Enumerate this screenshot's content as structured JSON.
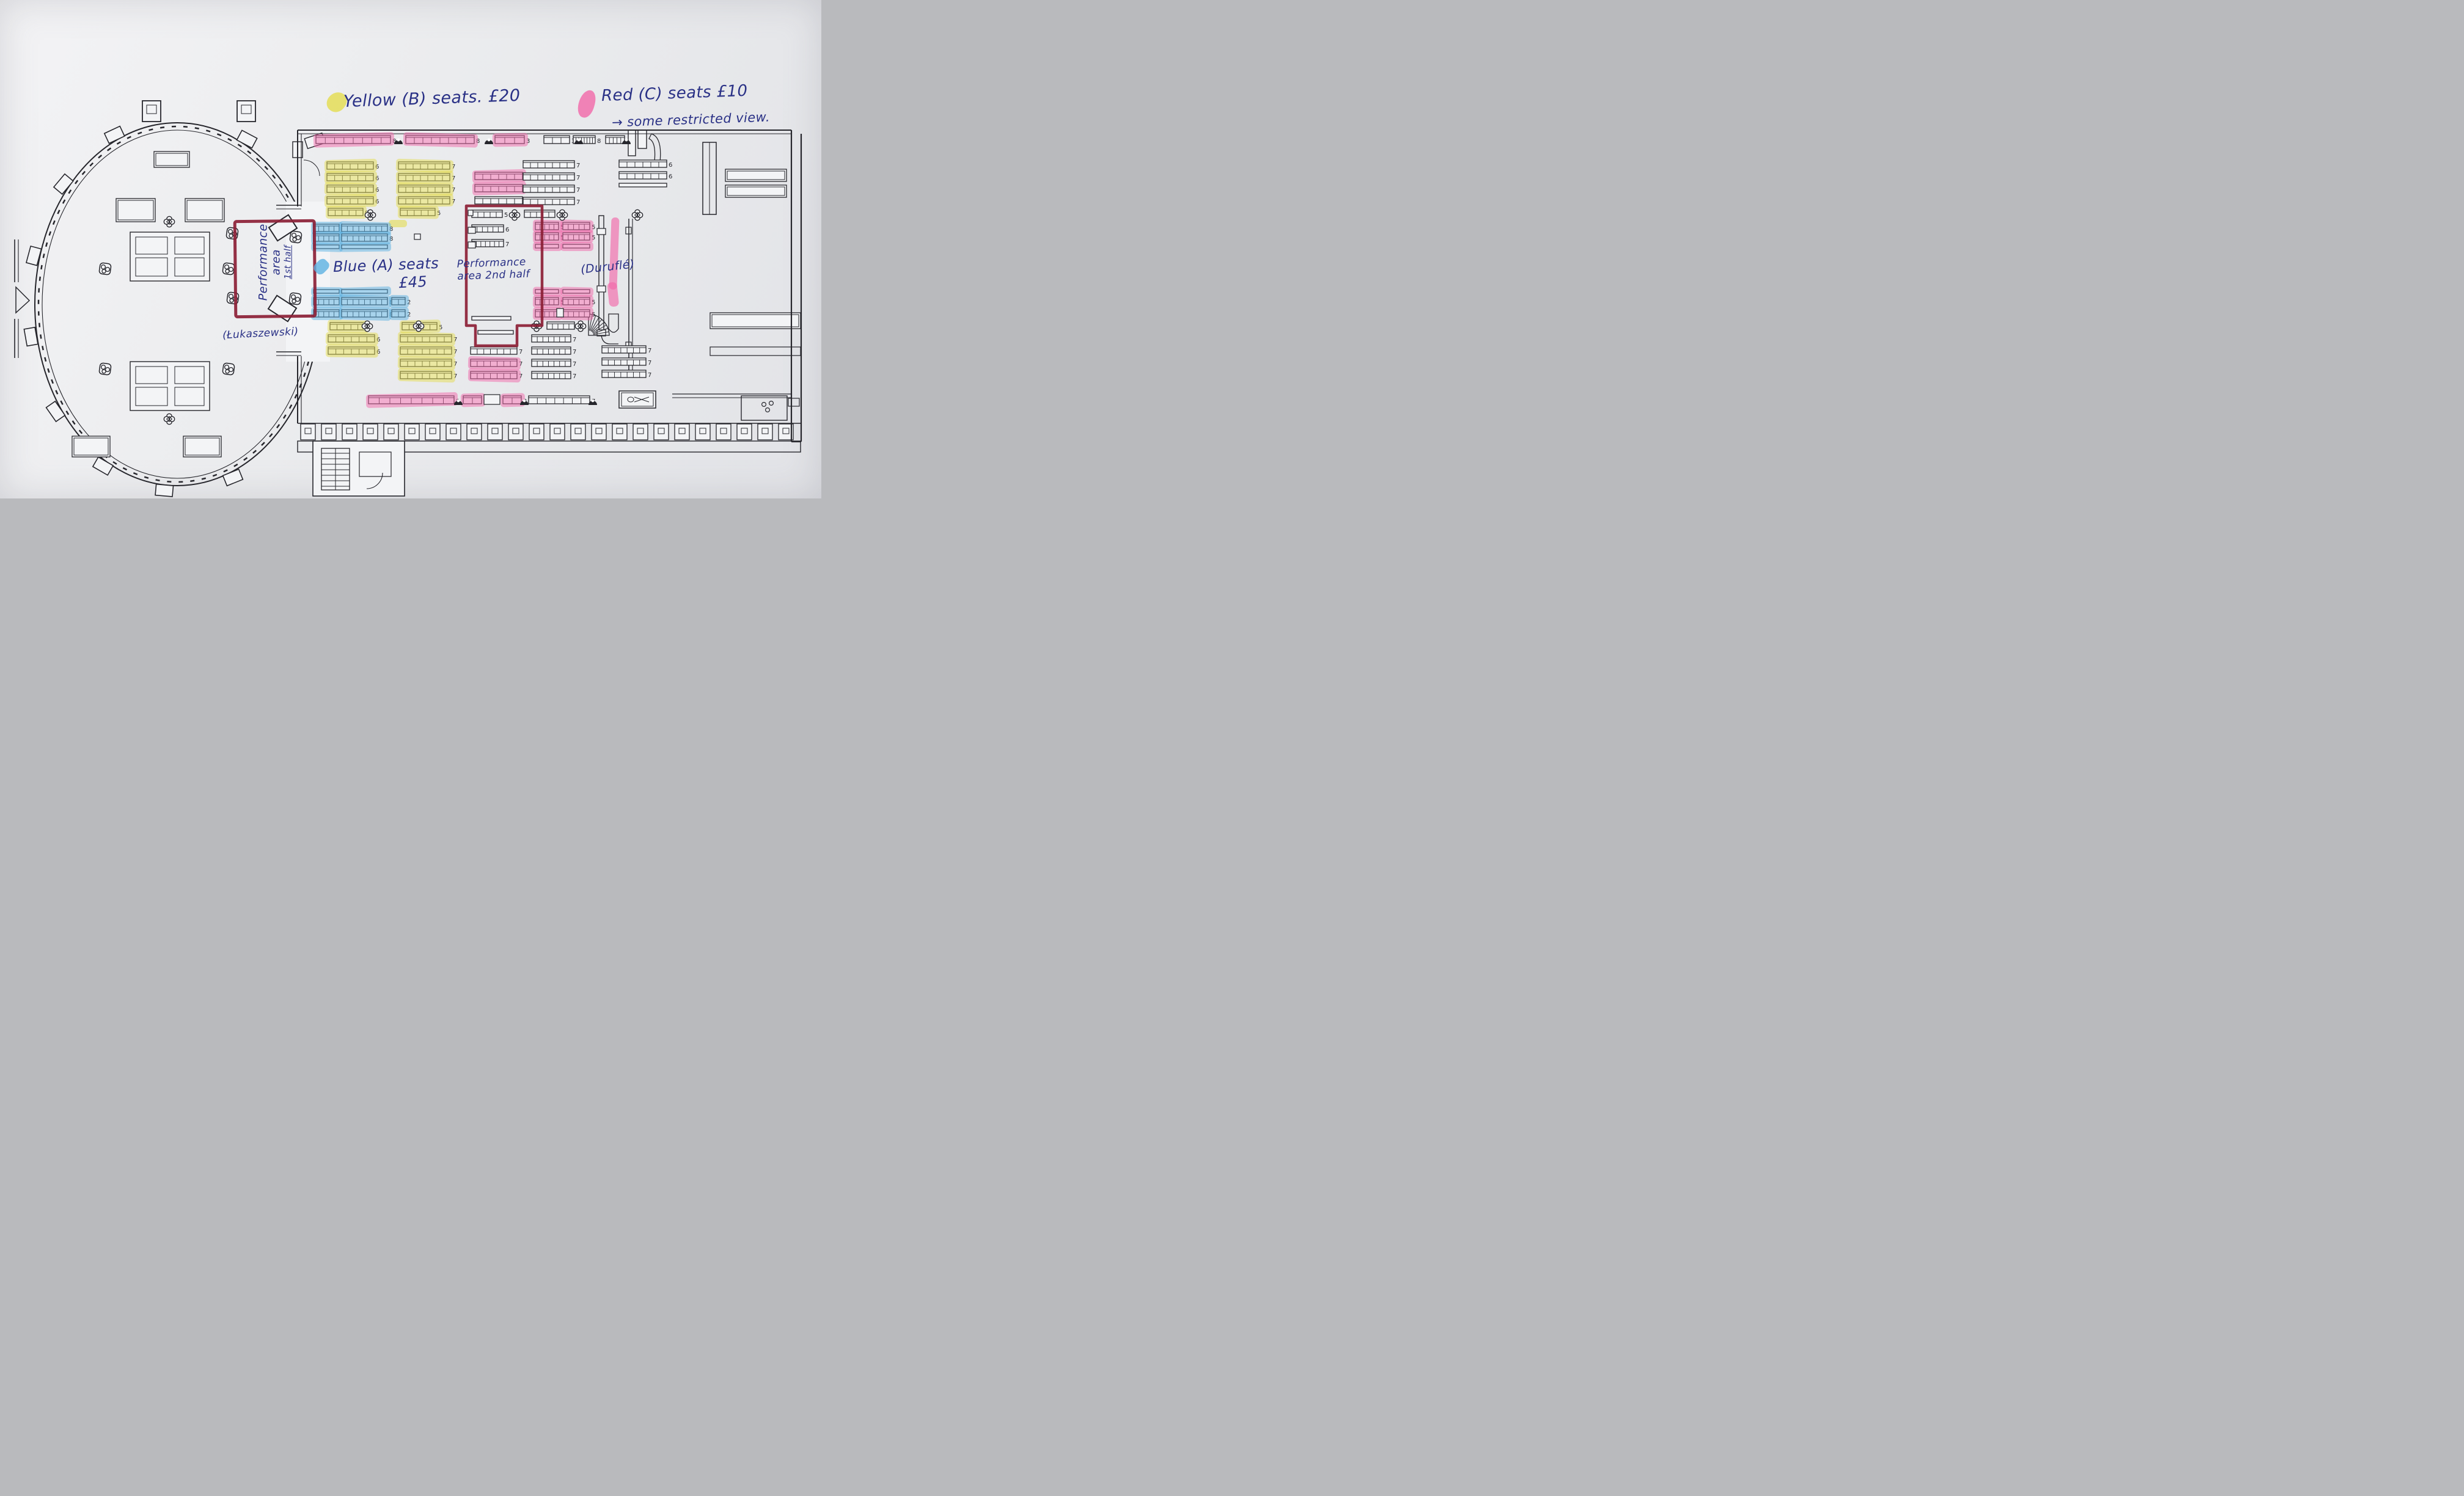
{
  "page": {
    "description": "Hand-annotated concert seating floor plan on a printed building plan"
  },
  "colors": {
    "paper": "#f3f4f6",
    "ink": "#26262c",
    "pen_blue": "#2a3186",
    "marker_red": "#8c1f36",
    "hl_yellow": "#e3dc4e",
    "hl_pink": "#f168a9",
    "hl_blue": "#5cb1e2"
  },
  "pricing": [
    {
      "tier": "A",
      "color": "blue",
      "price": "£45"
    },
    {
      "tier": "B",
      "color": "yellow",
      "price": "£20"
    },
    {
      "tier": "C",
      "color": "red",
      "price": "£10",
      "note": "some restricted view"
    }
  ],
  "annotations": {
    "yellow_seats": {
      "label": "Yellow (B) seats. £20"
    },
    "red_seats": {
      "label": "Red (C) seats £10",
      "note": "→ some restricted view."
    },
    "blue_seats": {
      "label": "Blue (A) seats",
      "price": "£45"
    },
    "performance_area_1": {
      "line1": "Performance",
      "line2": "area",
      "line3": "1st half",
      "composer": "(Łukaszewski)"
    },
    "performance_area_2": {
      "line1": "Performance",
      "line2": "area 2nd half",
      "composer": "(Duruflé)"
    }
  },
  "seating": {
    "sections": [
      {
        "id": "north-wall-row",
        "benches": [
          {
            "count": 8,
            "hl": "pink"
          },
          {
            "count": 8,
            "hl": "pink"
          },
          {
            "count": 3,
            "hl": "pink"
          },
          {
            "count": 3,
            "hl": null
          },
          {
            "count": 8,
            "hl": null
          },
          {
            "count": null,
            "hl": null
          }
        ]
      },
      {
        "id": "nave-nw-col1",
        "benches": [
          {
            "count": 6,
            "hl": "yellow"
          },
          {
            "count": 6,
            "hl": "yellow"
          },
          {
            "count": 6,
            "hl": "yellow"
          },
          {
            "count": 6,
            "hl": "yellow"
          },
          {
            "count": 5,
            "hl": "yellow"
          }
        ]
      },
      {
        "id": "nave-nw-col2",
        "benches": [
          {
            "count": 7,
            "hl": "yellow"
          },
          {
            "count": 7,
            "hl": "yellow"
          },
          {
            "count": 7,
            "hl": "yellow"
          },
          {
            "count": 7,
            "hl": "yellow"
          },
          {
            "count": 5,
            "hl": "yellow"
          }
        ]
      },
      {
        "id": "nave-n-col3",
        "benches": [
          {
            "count": 6,
            "hl": "pink"
          },
          {
            "count": 6,
            "hl": "pink"
          },
          {
            "count": 6,
            "hl": null
          }
        ]
      },
      {
        "id": "nave-n-col4",
        "benches": [
          {
            "count": 7,
            "hl": null
          },
          {
            "count": 7,
            "hl": null
          },
          {
            "count": 7,
            "hl": null
          },
          {
            "count": 7,
            "hl": null
          },
          {
            "count": 5,
            "hl": null
          }
        ]
      },
      {
        "id": "nave-n-col5",
        "benches": [
          {
            "count": 6,
            "hl": null
          },
          {
            "count": 6,
            "hl": null
          },
          {
            "count": null,
            "hl": null
          }
        ]
      },
      {
        "id": "choir-blue-left",
        "benches": [
          {
            "count": 5,
            "hl": "blue"
          },
          {
            "count": 5,
            "hl": "blue"
          },
          {
            "count": null,
            "hl": "blue"
          },
          {
            "count": null,
            "hl": "blue"
          },
          {
            "count": 5,
            "hl": "blue"
          },
          {
            "count": 5,
            "hl": "blue"
          }
        ]
      },
      {
        "id": "choir-blue-right",
        "benches": [
          {
            "count": 8,
            "hl": "blue"
          },
          {
            "count": 8,
            "hl": "blue"
          },
          {
            "count": null,
            "hl": "blue"
          },
          {
            "count": null,
            "hl": "blue"
          },
          {
            "count": 8,
            "hl": "blue"
          },
          {
            "count": 8,
            "hl": "blue"
          }
        ]
      },
      {
        "id": "choir-blue-side",
        "benches": [
          {
            "count": 2,
            "hl": "blue"
          },
          {
            "count": 2,
            "hl": "blue"
          }
        ]
      },
      {
        "id": "nave-sw-col1",
        "benches": [
          {
            "count": 5,
            "hl": "yellow"
          },
          {
            "count": 6,
            "hl": "yellow"
          },
          {
            "count": 6,
            "hl": "yellow"
          }
        ]
      },
      {
        "id": "nave-sw-col2",
        "benches": [
          {
            "count": 5,
            "hl": "yellow"
          },
          {
            "count": 7,
            "hl": "yellow"
          },
          {
            "count": 7,
            "hl": "yellow"
          },
          {
            "count": 7,
            "hl": "yellow"
          },
          {
            "count": 7,
            "hl": "yellow"
          }
        ]
      },
      {
        "id": "nave-s-col3",
        "benches": [
          {
            "count": 7,
            "hl": null
          },
          {
            "count": 7,
            "hl": "pink"
          },
          {
            "count": 7,
            "hl": "pink"
          }
        ]
      },
      {
        "id": "nave-s-col4",
        "benches": [
          {
            "count": 5,
            "hl": null
          },
          {
            "count": 7,
            "hl": null
          },
          {
            "count": 7,
            "hl": null
          },
          {
            "count": 7,
            "hl": null
          },
          {
            "count": 7,
            "hl": null
          }
        ]
      },
      {
        "id": "nave-s-col5",
        "benches": [
          {
            "count": 7,
            "hl": null
          },
          {
            "count": 7,
            "hl": null
          },
          {
            "count": 7,
            "hl": null
          }
        ]
      },
      {
        "id": "east-pink-left",
        "benches": [
          {
            "count": 5,
            "hl": "pink"
          },
          {
            "count": 5,
            "hl": "pink"
          },
          {
            "count": null,
            "hl": "pink"
          },
          {
            "count": null,
            "hl": "pink"
          },
          {
            "count": 5,
            "hl": "pink"
          },
          {
            "count": 5,
            "hl": "pink"
          }
        ]
      },
      {
        "id": "east-pink-right",
        "benches": [
          {
            "count": 5,
            "hl": "pink"
          },
          {
            "count": 5,
            "hl": "pink"
          },
          {
            "count": null,
            "hl": "pink"
          },
          {
            "count": null,
            "hl": "pink"
          },
          {
            "count": 5,
            "hl": "pink"
          },
          {
            "count": 5,
            "hl": "pink"
          }
        ]
      },
      {
        "id": "stage2-inside",
        "benches": [
          {
            "count": 5,
            "hl": null
          },
          {
            "count": 6,
            "hl": null
          },
          {
            "count": 7,
            "hl": null
          },
          {
            "count": null,
            "hl": null
          },
          {
            "count": null,
            "hl": null
          }
        ]
      },
      {
        "id": "south-wall-row",
        "benches": [
          {
            "count": 8,
            "hl": "pink"
          },
          {
            "count": 2,
            "hl": "pink"
          },
          {
            "count": 2,
            "hl": "pink"
          },
          {
            "count": 7,
            "hl": null
          }
        ]
      }
    ]
  }
}
